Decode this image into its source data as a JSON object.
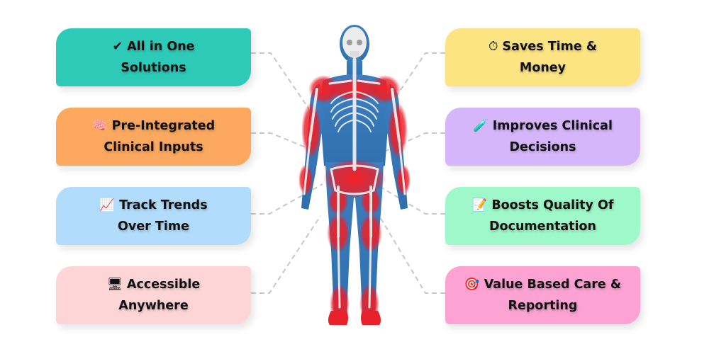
{
  "diagram": {
    "center_image": "human-anatomy-skeleton-figure",
    "colors": {
      "connector": "#c8c8c8",
      "body_blue": "#3d7fc0",
      "body_red": "#e8202a",
      "bone": "#f2f2f2"
    },
    "left_items": [
      {
        "icon": "✔",
        "icon_name": "check-icon",
        "line1": "All in One",
        "line2": "Solutions",
        "color": "#2ecab8"
      },
      {
        "icon": "🧠",
        "icon_name": "brain-icon",
        "line1": "Pre-Integrated",
        "line2": "Clinical Inputs",
        "color": "#fca85e"
      },
      {
        "icon": "📈",
        "icon_name": "chart-trend-icon",
        "line1": "Track Trends",
        "line2": "Over Time",
        "color": "#b1dcfc"
      },
      {
        "icon": "🖥",
        "icon_name": "computer-icon",
        "line1": "Accessible",
        "line2": "Anywhere",
        "color": "#fdd5d7"
      }
    ],
    "right_items": [
      {
        "icon": "⏱",
        "icon_name": "stopwatch-icon",
        "line1": "Saves Time &",
        "line2": "Money",
        "color": "#fde482"
      },
      {
        "icon": "🧪",
        "icon_name": "test-tube-icon",
        "line1": "Improves Clinical",
        "line2": "Decisions",
        "color": "#d6b6fb"
      },
      {
        "icon": "📝",
        "icon_name": "memo-icon",
        "line1": "Boosts Quality Of",
        "line2": "Documentation",
        "color": "#9ef8c9"
      },
      {
        "icon": "🎯",
        "icon_name": "target-icon",
        "line1": "Value Based Care &",
        "line2": "Reporting",
        "color": "#fda3d3"
      }
    ]
  }
}
